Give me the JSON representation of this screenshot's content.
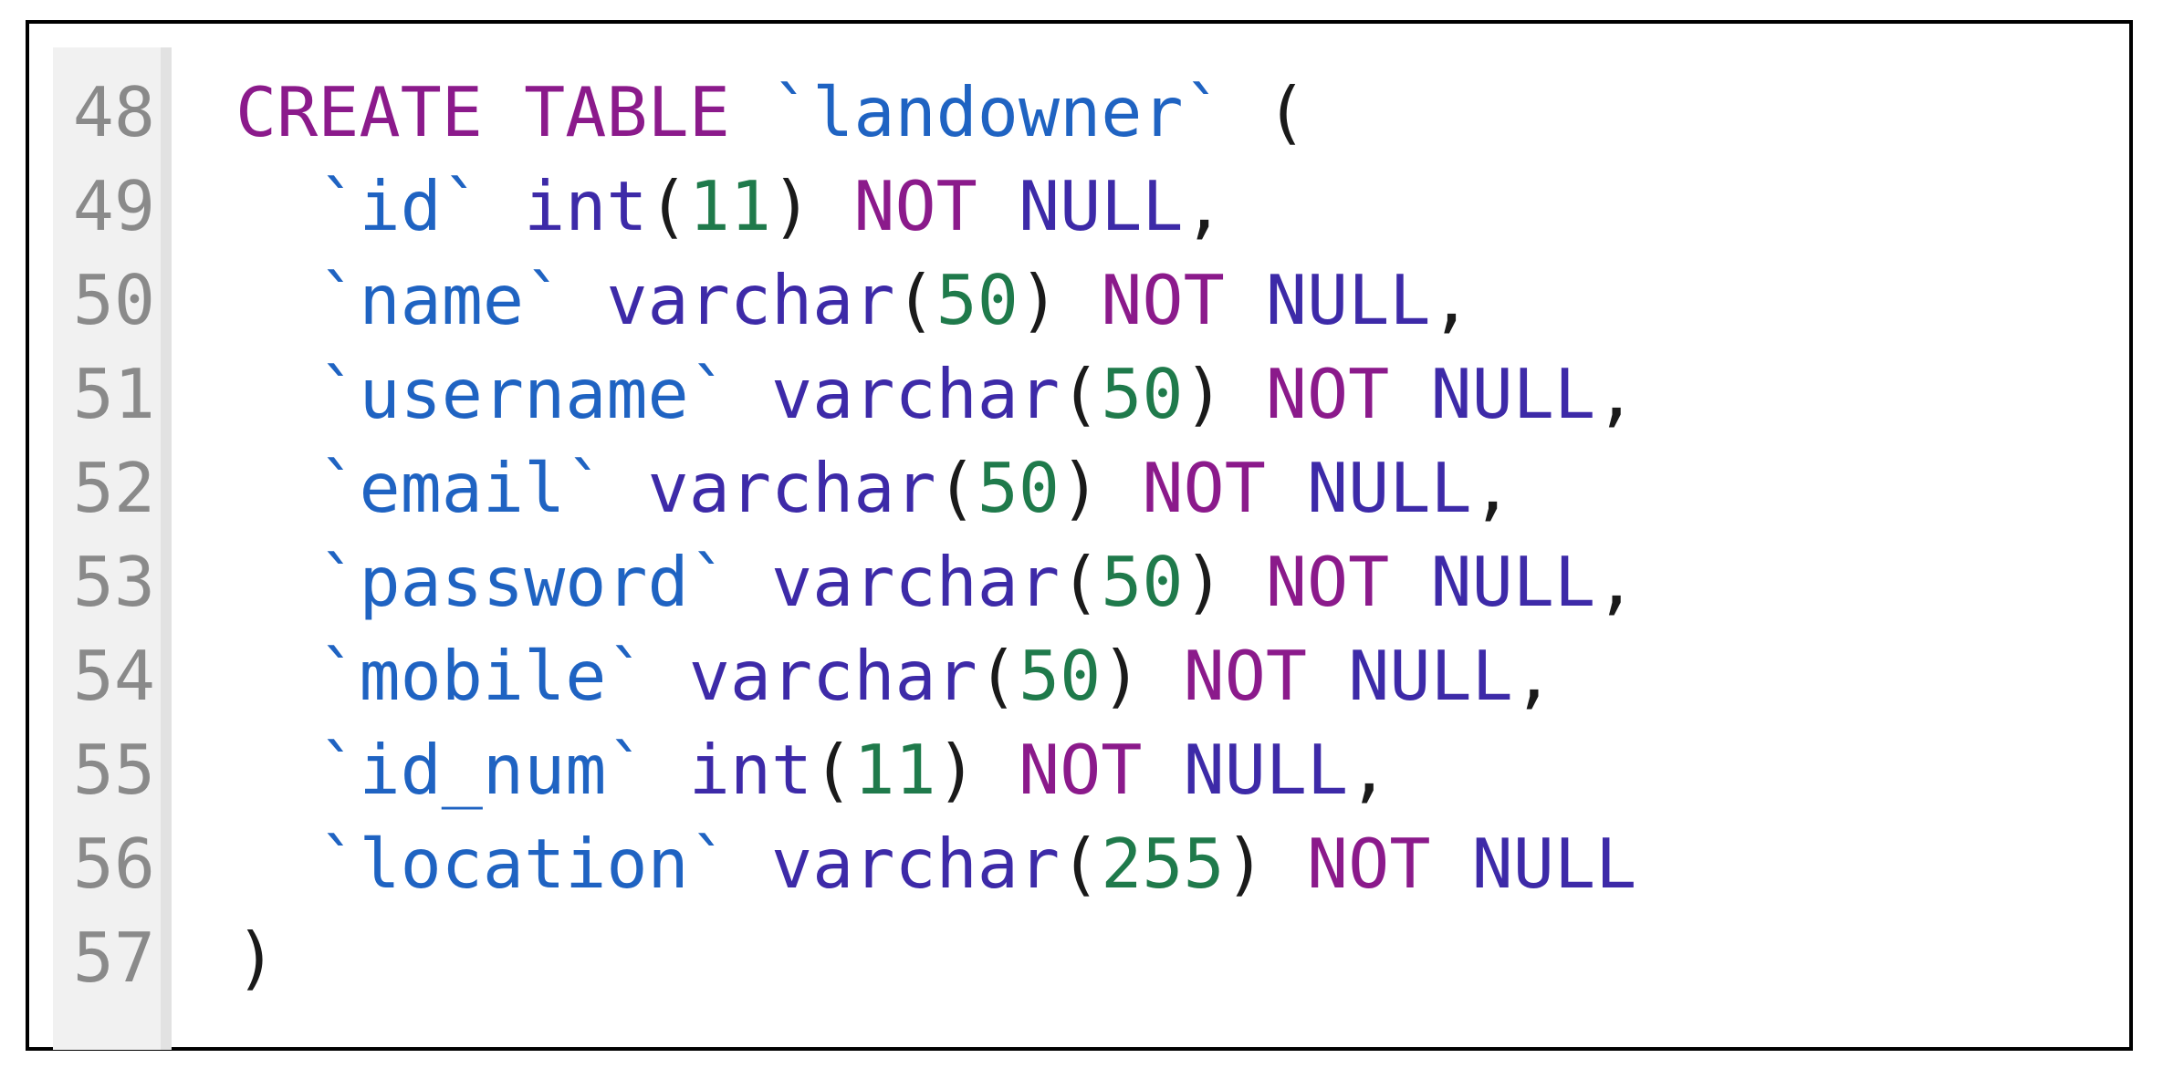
{
  "editor": {
    "lines": [
      {
        "number": "48",
        "tokens": [
          [
            "CREATE TABLE",
            "kw"
          ],
          [
            " ",
            "p"
          ],
          [
            "`landowner`",
            "id"
          ],
          [
            " (",
            "p"
          ]
        ]
      },
      {
        "number": "49",
        "tokens": [
          [
            "  ",
            "p"
          ],
          [
            "`id`",
            "id"
          ],
          [
            " ",
            "p"
          ],
          [
            "int",
            "ty"
          ],
          [
            "(",
            "p"
          ],
          [
            "11",
            "n"
          ],
          [
            ") ",
            "p"
          ],
          [
            "NOT",
            "kw"
          ],
          [
            " ",
            "p"
          ],
          [
            "NULL",
            "ty"
          ],
          [
            ",",
            "p"
          ]
        ]
      },
      {
        "number": "50",
        "tokens": [
          [
            "  ",
            "p"
          ],
          [
            "`name`",
            "id"
          ],
          [
            " ",
            "p"
          ],
          [
            "varchar",
            "ty"
          ],
          [
            "(",
            "p"
          ],
          [
            "50",
            "n"
          ],
          [
            ") ",
            "p"
          ],
          [
            "NOT",
            "kw"
          ],
          [
            " ",
            "p"
          ],
          [
            "NULL",
            "ty"
          ],
          [
            ",",
            "p"
          ]
        ]
      },
      {
        "number": "51",
        "tokens": [
          [
            "  ",
            "p"
          ],
          [
            "`username`",
            "id"
          ],
          [
            " ",
            "p"
          ],
          [
            "varchar",
            "ty"
          ],
          [
            "(",
            "p"
          ],
          [
            "50",
            "n"
          ],
          [
            ") ",
            "p"
          ],
          [
            "NOT",
            "kw"
          ],
          [
            " ",
            "p"
          ],
          [
            "NULL",
            "ty"
          ],
          [
            ",",
            "p"
          ]
        ]
      },
      {
        "number": "52",
        "tokens": [
          [
            "  ",
            "p"
          ],
          [
            "`email`",
            "id"
          ],
          [
            " ",
            "p"
          ],
          [
            "varchar",
            "ty"
          ],
          [
            "(",
            "p"
          ],
          [
            "50",
            "n"
          ],
          [
            ") ",
            "p"
          ],
          [
            "NOT",
            "kw"
          ],
          [
            " ",
            "p"
          ],
          [
            "NULL",
            "ty"
          ],
          [
            ",",
            "p"
          ]
        ]
      },
      {
        "number": "53",
        "tokens": [
          [
            "  ",
            "p"
          ],
          [
            "`password`",
            "id"
          ],
          [
            " ",
            "p"
          ],
          [
            "varchar",
            "ty"
          ],
          [
            "(",
            "p"
          ],
          [
            "50",
            "n"
          ],
          [
            ") ",
            "p"
          ],
          [
            "NOT",
            "kw"
          ],
          [
            " ",
            "p"
          ],
          [
            "NULL",
            "ty"
          ],
          [
            ",",
            "p"
          ]
        ]
      },
      {
        "number": "54",
        "tokens": [
          [
            "  ",
            "p"
          ],
          [
            "`mobile`",
            "id"
          ],
          [
            " ",
            "p"
          ],
          [
            "varchar",
            "ty"
          ],
          [
            "(",
            "p"
          ],
          [
            "50",
            "n"
          ],
          [
            ") ",
            "p"
          ],
          [
            "NOT",
            "kw"
          ],
          [
            " ",
            "p"
          ],
          [
            "NULL",
            "ty"
          ],
          [
            ",",
            "p"
          ]
        ]
      },
      {
        "number": "55",
        "tokens": [
          [
            "  ",
            "p"
          ],
          [
            "`id_num`",
            "id"
          ],
          [
            " ",
            "p"
          ],
          [
            "int",
            "ty"
          ],
          [
            "(",
            "p"
          ],
          [
            "11",
            "n"
          ],
          [
            ") ",
            "p"
          ],
          [
            "NOT",
            "kw"
          ],
          [
            " ",
            "p"
          ],
          [
            "NULL",
            "ty"
          ],
          [
            ",",
            "p"
          ]
        ]
      },
      {
        "number": "56",
        "tokens": [
          [
            "  ",
            "p"
          ],
          [
            "`location`",
            "id"
          ],
          [
            " ",
            "p"
          ],
          [
            "varchar",
            "ty"
          ],
          [
            "(",
            "p"
          ],
          [
            "255",
            "n"
          ],
          [
            ") ",
            "p"
          ],
          [
            "NOT",
            "kw"
          ],
          [
            " ",
            "p"
          ],
          [
            "NULL",
            "ty"
          ]
        ]
      },
      {
        "number": "57",
        "tokens": [
          [
            ")",
            "p"
          ]
        ]
      }
    ]
  },
  "colors": {
    "keyword": "#8b1a8b",
    "identifier": "#1f63c2",
    "type": "#3d2aa8",
    "number": "#1f7a4b",
    "line_number": "#8a8a8a"
  }
}
